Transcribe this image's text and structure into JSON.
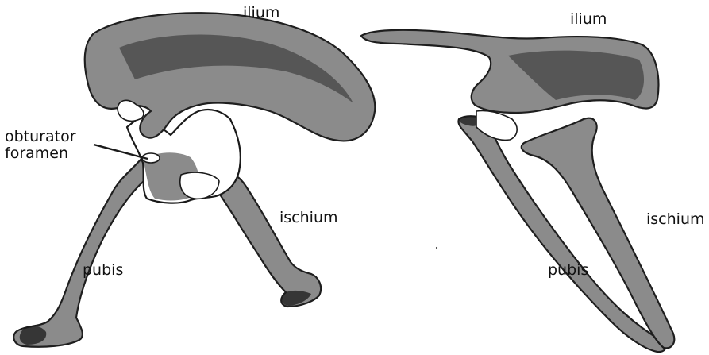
{
  "labels": {
    "left_ilium": "ilium",
    "right_ilium": "ilium",
    "obturator_line1": "obturator",
    "obturator_line2": "foramen",
    "left_ischium": "ischium",
    "right_ischium": "ischium",
    "left_pubis": "pubis",
    "right_pubis": "pubis"
  },
  "colors": {
    "ink": "#1a1a1a",
    "paper": "#ffffff"
  }
}
